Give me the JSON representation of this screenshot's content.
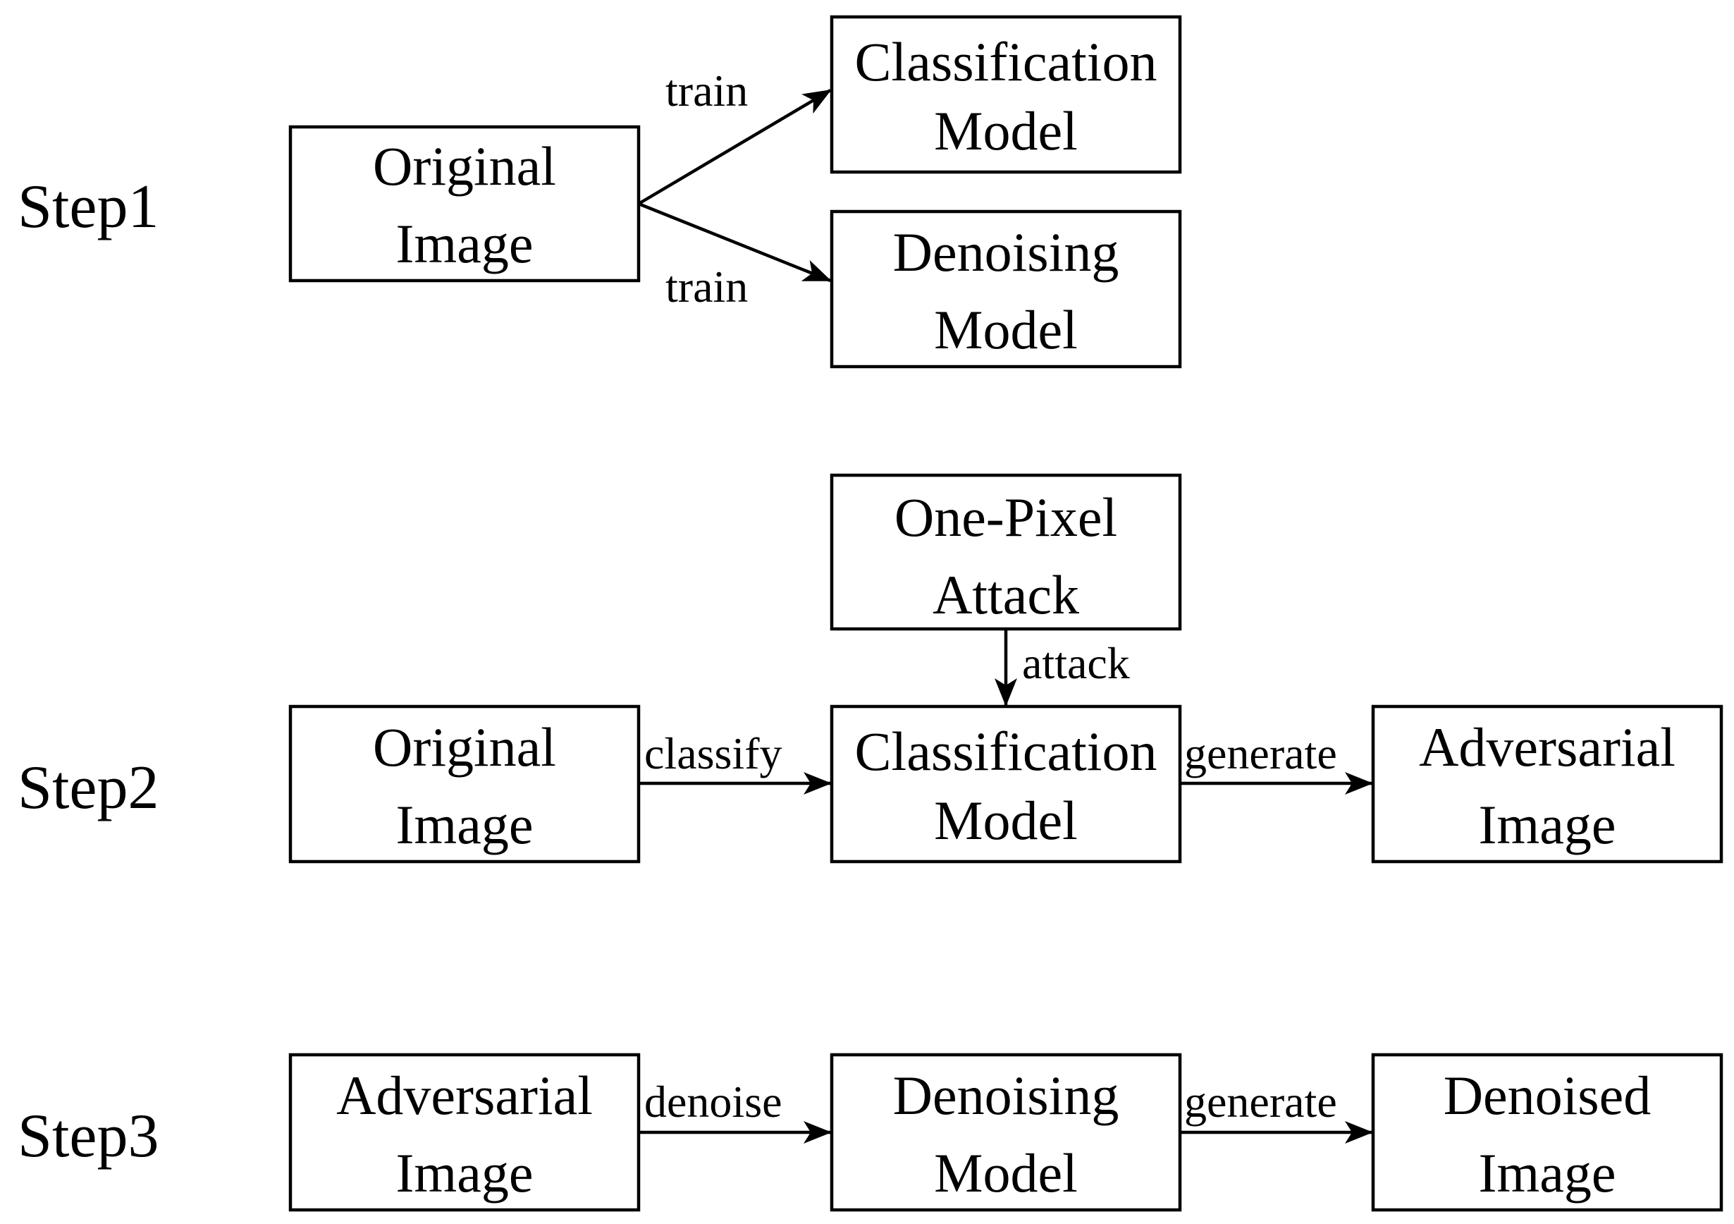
{
  "steps": {
    "step1": "Step1",
    "step2": "Step2",
    "step3": "Step3"
  },
  "step1": {
    "original_image": [
      "Original",
      "Image"
    ],
    "classification_model": [
      "Classification",
      "Model"
    ],
    "denoising_model": [
      "Denoising",
      "Model"
    ],
    "edge_train_top": "train",
    "edge_train_bottom": "train"
  },
  "step2": {
    "one_pixel_attack": [
      "One-Pixel",
      "Attack"
    ],
    "original_image": [
      "Original",
      "Image"
    ],
    "classification_model": [
      "Classification",
      "Model"
    ],
    "adversarial_image": [
      "Adversarial",
      "Image"
    ],
    "edge_attack": "attack",
    "edge_classify": "classify",
    "edge_generate": "generate"
  },
  "step3": {
    "adversarial_image": [
      "Adversarial",
      "Image"
    ],
    "denoising_model": [
      "Denoising",
      "Model"
    ],
    "denoised_image": [
      "Denoised",
      "Image"
    ],
    "edge_denoise": "denoise",
    "edge_generate": "generate"
  }
}
